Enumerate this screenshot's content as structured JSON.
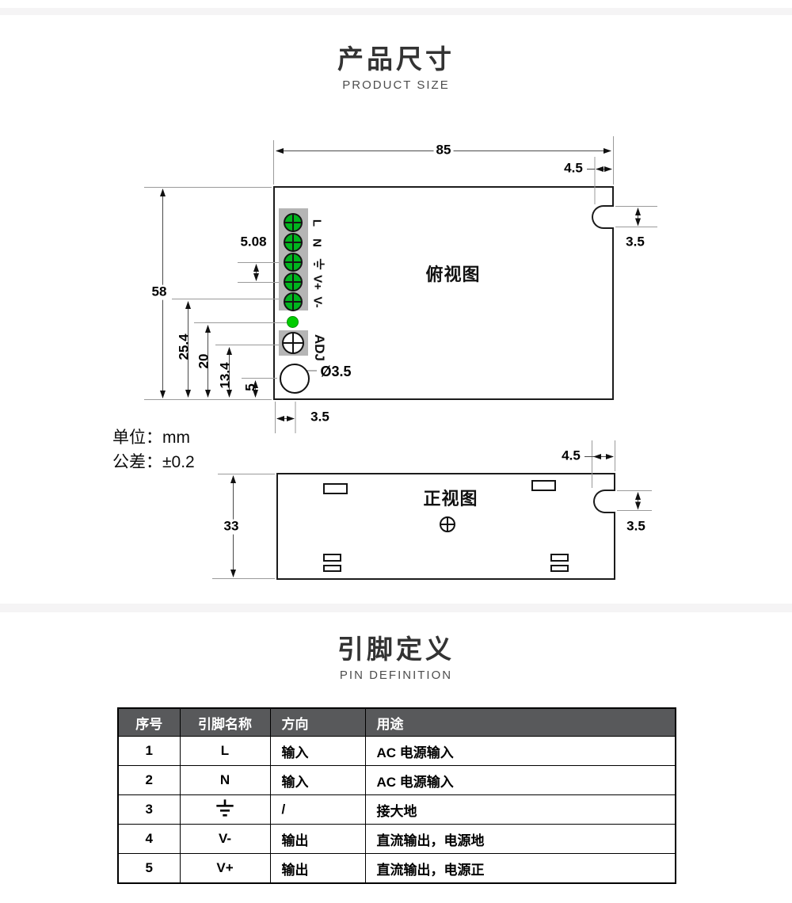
{
  "sections": {
    "product_size": {
      "title": "产品尺寸",
      "subtitle": "PRODUCT SIZE"
    },
    "pin_definition": {
      "title": "引脚定义",
      "subtitle": "PIN DEFINITION"
    }
  },
  "notes": {
    "unit": "单位：mm",
    "tolerance": "公差：±0.2"
  },
  "top_view": {
    "caption": "俯视图",
    "terminals": [
      "L",
      "N",
      "⏚",
      "V+",
      "V-"
    ],
    "adj": "ADJ",
    "hole": "Ø3.5",
    "dims": {
      "width": "85",
      "edge_offset": "4.5",
      "notch": "3.5",
      "pitch": "5.08",
      "depth": "58",
      "d_led": "25.4",
      "d_adj": "20",
      "d_hole": "13.4",
      "d_edge": "5",
      "hole_offset": "3.5"
    }
  },
  "front_view": {
    "caption": "正视图",
    "dims": {
      "height": "33",
      "edge_offset": "4.5",
      "notch": "3.5"
    }
  },
  "pin_table": {
    "headers": [
      "序号",
      "引脚名称",
      "方向",
      "用途"
    ],
    "rows": [
      {
        "no": "1",
        "name": "L",
        "dir": "输入",
        "use": "AC 电源输入"
      },
      {
        "no": "2",
        "name": "N",
        "dir": "输入",
        "use": "AC 电源输入"
      },
      {
        "no": "3",
        "name": "⏚",
        "dir": "/",
        "use": "接大地"
      },
      {
        "no": "4",
        "name": "V-",
        "dir": "输出",
        "use": "直流输出，电源地"
      },
      {
        "no": "5",
        "name": "V+",
        "dir": "输出",
        "use": "直流输出，电源正"
      }
    ]
  },
  "colors": {
    "screw_green": "#00b41e",
    "led_green": "#00cc00",
    "terminal_gray": "#b5b5b5",
    "table_header_bg": "#58595b",
    "divider_gray": "#f5f4f5"
  }
}
